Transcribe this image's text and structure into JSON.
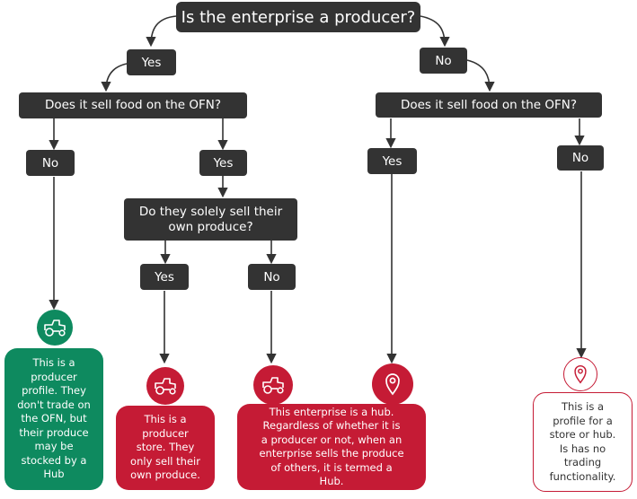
{
  "colors": {
    "dark": "#333333",
    "green": "#0e8a5f",
    "red": "#c51b35",
    "arrow": "#333333"
  },
  "root": {
    "question": "Is the enterprise a producer?"
  },
  "left": {
    "answer": "Yes",
    "question": "Does it sell food on the OFN?",
    "no_answer": "No",
    "yes_answer": "Yes",
    "sub_question": "Do they solely sell their own produce?",
    "sub_yes": "Yes",
    "sub_no": "No"
  },
  "right": {
    "answer": "No",
    "question": "Does it sell food on the OFN?",
    "yes_answer": "Yes",
    "no_answer": "No"
  },
  "results": {
    "producer_profile": {
      "icon": "tractor-icon",
      "text": "This is a producer profile. They don't trade on the OFN, but their produce may be stocked by a Hub"
    },
    "producer_store": {
      "icon": "tractor-icon",
      "text": "This is a producer store. They only sell their own produce."
    },
    "hub": {
      "icons": [
        "tractor-icon",
        "location-pin-icon"
      ],
      "text": "This enterprise is a hub. Regardless of whether it is a producer or not, when an enterprise sells the produce of others, it is termed a Hub."
    },
    "profile": {
      "icon": "location-pin-icon",
      "text": "This is a profile for a store or hub. Is has no trading functionality."
    }
  }
}
